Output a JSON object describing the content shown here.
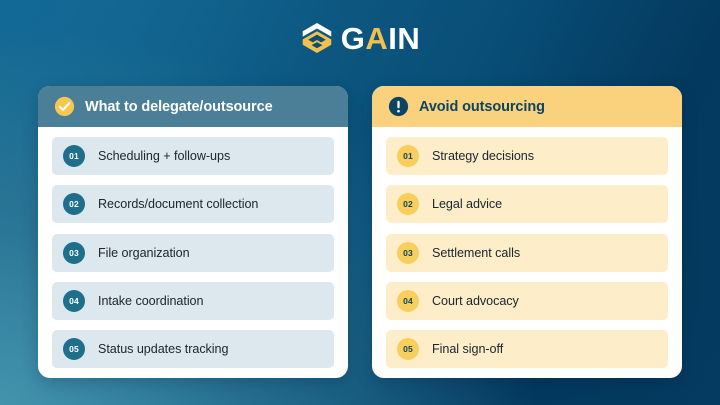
{
  "brand": {
    "logo_icon": "gain-hexagon-chevron-icon",
    "name_part_1": "G",
    "name_part_2": "A",
    "name_part_3": "IN",
    "full_name": "GAIN",
    "color_white": "#ffffff",
    "color_gold": "#f2c14b"
  },
  "background": {
    "gradient_from": "#2c7c9a",
    "gradient_mid": "#0d5c87",
    "gradient_to": "#04395f"
  },
  "cards": {
    "delegate": {
      "title": "What to delegate/outsource",
      "icon": "check-circle-icon",
      "header_bg": "#4a7f97",
      "header_text_color": "#ffffff",
      "badge_bg": "#1f6e8b",
      "row_bg": "#dce7ee",
      "items": [
        {
          "number": "01",
          "label": "Scheduling + follow-ups"
        },
        {
          "number": "02",
          "label": "Records/document collection"
        },
        {
          "number": "03",
          "label": "File organization"
        },
        {
          "number": "04",
          "label": "Intake coordination"
        },
        {
          "number": "05",
          "label": "Status updates tracking"
        }
      ]
    },
    "avoid": {
      "title": "Avoid outsourcing",
      "icon": "exclamation-circle-icon",
      "header_bg": "#fad27d",
      "header_text_color": "#0c4461",
      "badge_bg": "#f8ce5c",
      "row_bg": "#fdedc8",
      "items": [
        {
          "number": "01",
          "label": "Strategy decisions"
        },
        {
          "number": "02",
          "label": "Legal advice"
        },
        {
          "number": "03",
          "label": "Settlement calls"
        },
        {
          "number": "04",
          "label": "Court advocacy"
        },
        {
          "number": "05",
          "label": "Final sign-off"
        }
      ]
    }
  }
}
